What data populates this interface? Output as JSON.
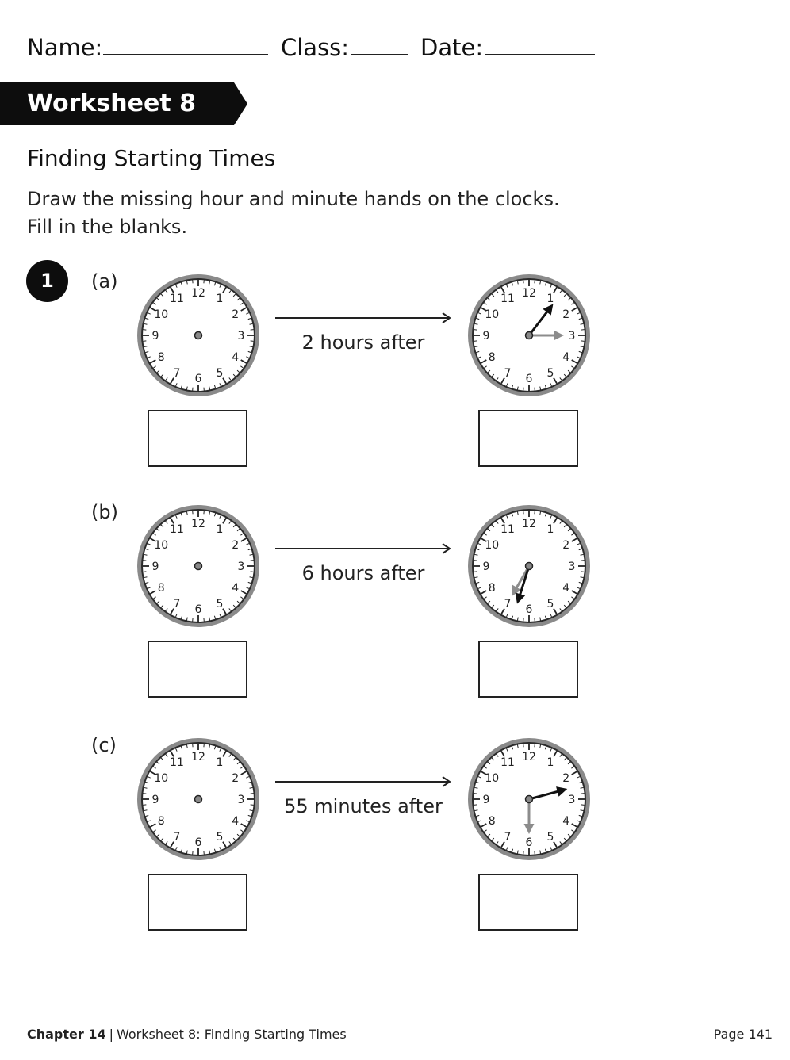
{
  "header": {
    "name_label": "Name:",
    "class_label": "Class:",
    "date_label": "Date:"
  },
  "banner": {
    "title": "Worksheet 8"
  },
  "section": {
    "title": "Finding Starting Times",
    "instruction_line1": "Draw the missing hour and minute hands on the clocks.",
    "instruction_line2": "Fill in the blanks."
  },
  "question": {
    "number": "1",
    "parts": [
      {
        "label": "(a)",
        "relation": "2 hours after",
        "end_time": {
          "hour": 1,
          "minute": 15
        }
      },
      {
        "label": "(b)",
        "relation": "6 hours after",
        "end_time": {
          "hour": 6,
          "minute": 35
        }
      },
      {
        "label": "(c)",
        "relation": "55 minutes after",
        "end_time": {
          "hour": 2,
          "minute": 30
        }
      }
    ]
  },
  "clock_face": {
    "numbers": [
      "12",
      "1",
      "2",
      "3",
      "4",
      "5",
      "6",
      "7",
      "8",
      "9",
      "10",
      "11"
    ]
  },
  "colors": {
    "hour_hand": "#111111",
    "minute_hand": "#8c8c8c",
    "rim": "#8a8a8a"
  },
  "footer": {
    "chapter": "Chapter 14",
    "worksheet": "Worksheet 8: Finding Starting Times",
    "page": "Page 141"
  }
}
